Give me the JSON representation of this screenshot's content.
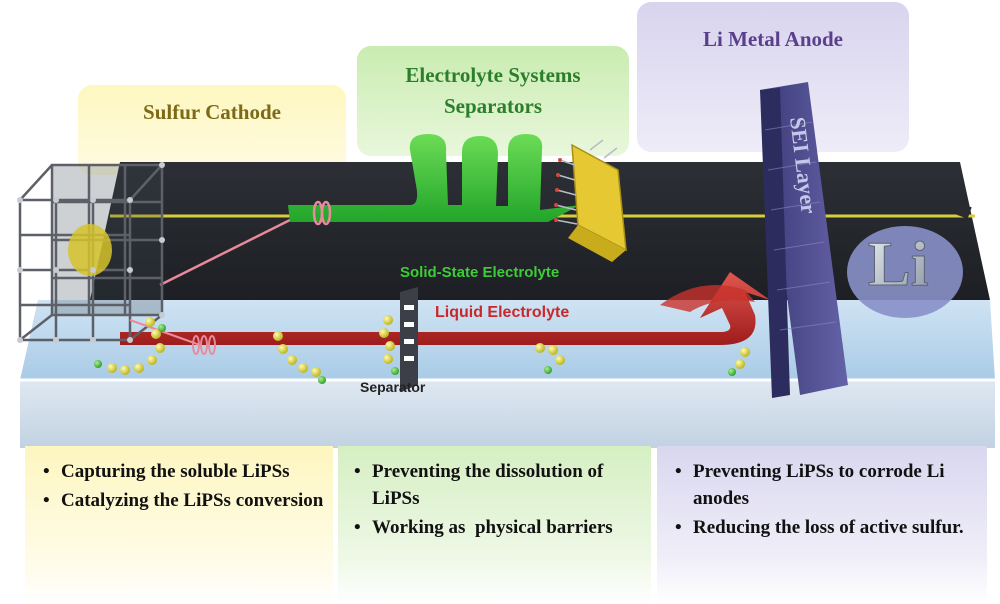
{
  "panels": {
    "cathode": {
      "title": "Sulfur Cathode",
      "color": "#7c6a16"
    },
    "electrolyte": {
      "title_line1": "Electrolyte Systems",
      "title_line2": "Separators",
      "color": "#2c7f2a"
    },
    "anode": {
      "title": "Li Metal Anode",
      "color": "#5a3f8c"
    }
  },
  "scene": {
    "solid_state_label": "Solid-State Electrolyte",
    "liquid_label": "Liquid Electrolyte",
    "separator_label": "Separator",
    "sei_label": "SEI Layer",
    "li_label": "Li"
  },
  "bullets": {
    "cathode": [
      "Capturing the soluble LiPSs",
      "Catalyzing the LiPSs conversion"
    ],
    "electrolyte": [
      "Preventing the dissolution of LiPSs",
      "Working as  physical barriers"
    ],
    "anode": [
      "Preventing LiPSs to corrode Li anodes",
      "Reducing the loss of active sulfur."
    ]
  }
}
